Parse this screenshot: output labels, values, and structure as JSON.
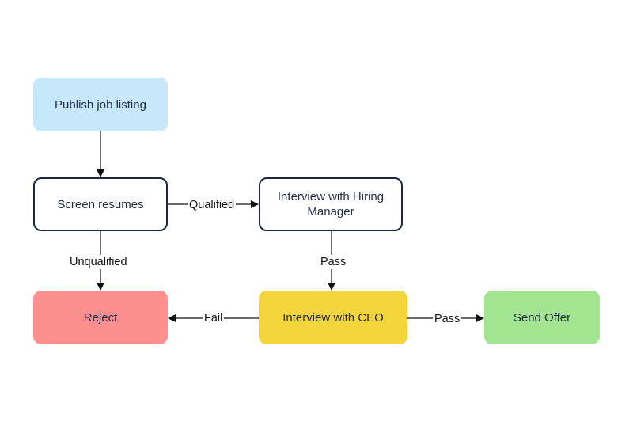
{
  "nodes": {
    "publish": "Publish job listing",
    "screen": "Screen resumes",
    "interview_hiring": "Interview with Hiring Manager",
    "reject": "Reject",
    "interview_ceo": "Interview with CEO",
    "send_offer": "Send Offer"
  },
  "edges": {
    "qualified": "Qualified",
    "unqualified": "Unqualified",
    "pass_hiring": "Pass",
    "fail": "Fail",
    "pass_ceo": "Pass"
  },
  "colors": {
    "publish": "#c7e8fb",
    "reject": "#fd8f8f",
    "interview_ceo": "#f4d53c",
    "send_offer": "#a2e48f",
    "outline": "#1b2740"
  }
}
